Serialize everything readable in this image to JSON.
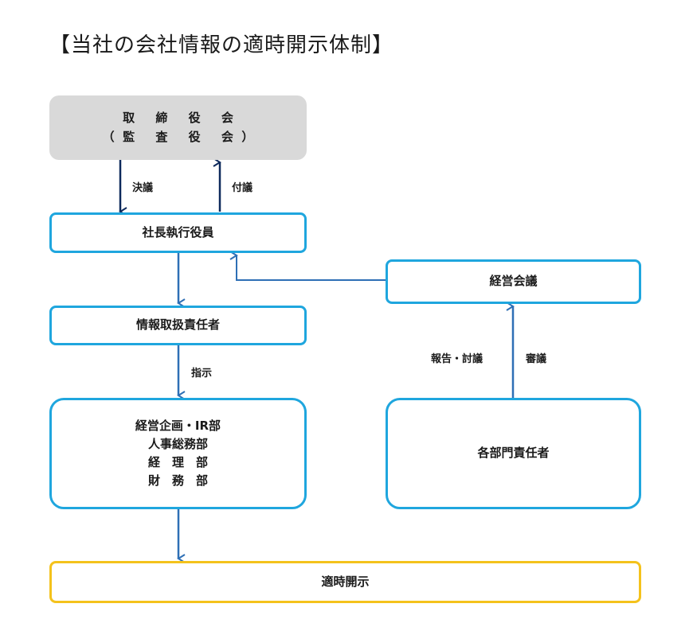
{
  "title": "【当社の会社情報の適時開示体制】",
  "nodes": {
    "board": {
      "line1": "取 締 役 会",
      "line2": "（監 査 役 会）"
    },
    "president": {
      "label": "社長執行役員"
    },
    "info_officer": {
      "label": "情報取扱責任者"
    },
    "departments": {
      "line1": "経営企画・IR部",
      "line2": "人事総務部",
      "line3": "経　理　部",
      "line4": "財　務　部"
    },
    "disclosure": {
      "label": "適時開示"
    },
    "management_meeting": {
      "label": "経営会議"
    },
    "dept_heads": {
      "label": "各部門責任者"
    }
  },
  "edge_labels": {
    "resolution": "決議",
    "submission": "付議",
    "instruction": "指示",
    "report_discuss": "報告・討議",
    "deliberation": "審議"
  },
  "colors": {
    "box_border": "#1fa6de",
    "disclosure_border": "#f4c21c",
    "board_fill": "#d9d9d9",
    "arrow_dark": "#0e2a5c",
    "arrow_mid": "#2e6fb5"
  }
}
